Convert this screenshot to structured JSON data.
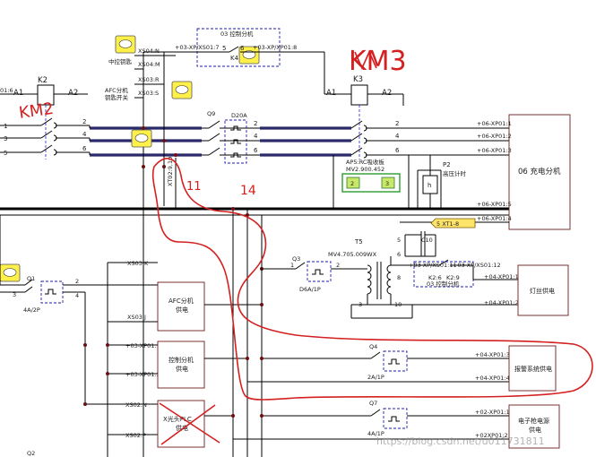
{
  "labels": {
    "xs04n": "XS04:N",
    "xs04m": "XS04:M",
    "xs03r": "XS03:R",
    "xs03s": "XS03:S",
    "mid_key": "中控钥匙",
    "afc_key_line1": "AFC分机",
    "afc_key_line2": "钥匙开关",
    "xp01_7": "+03-XP/XS01:7",
    "xp01_8": "+03-XP/XP01:8",
    "ctrl_ext_top": "03 控制分机",
    "k4": "K4",
    "n5": "5",
    "n6": "6",
    "k2": "K2",
    "k3": "K3",
    "a1_left": "A1",
    "a2_left": "A2",
    "a1_right": "A1",
    "a2_right": "A2",
    "left_edge": "01:6",
    "q9": "Q9",
    "d20a": "D20A",
    "xt02": "XT02:9,10",
    "n2a": "2",
    "n4a": "4",
    "n6a": "6",
    "n1a": "1",
    "n3a": "3",
    "n5a": "5",
    "n2b": "2",
    "n4b": "4",
    "n6b": "6",
    "n2c": "2",
    "n4c": "4",
    "n6c": "6",
    "xp01_1": "+06-XP01:1",
    "xp01_2": "+06-XP01:2",
    "xp01_3": "+06-XP01:3",
    "xp01_5": "+06-XP01:5",
    "xp01_4": "+06-XP01:4",
    "ap5_line1": "AP5:RC吸收板",
    "ap5_line2": "MV2.900.452",
    "ap5_p2": "2",
    "ap5_p3": "3",
    "p2": "P2",
    "p2_h": "h",
    "p2_desc": "高压计时",
    "xt1_8": "5 XT1-8",
    "dist06": "06 充电分机",
    "t5": "T5",
    "mv": "MV4.705.009WX",
    "c10": "C10",
    "q3": "Q3",
    "d6a": "D6A/1P",
    "xp01_11": "+03-XP/XS01:11",
    "xp01_12": "+03-XP/XS01:12",
    "k2_6": "K2:6",
    "k2_9": "K2:9",
    "ctrl_ext_mid": "03 控制分机",
    "xp04_1": "+04-XP01:1",
    "xp04_2": "+04-XP01:2",
    "lamp": "灯丝供电",
    "q1": "Q1",
    "q1_rating": "4A/2P",
    "xs03k": "XS03:K",
    "xs03j": "XS03:J",
    "afc_line1": "AFC分机",
    "afc_line2": "供电",
    "p03_1": "+03-XP01:1",
    "p03_2": "+03-XP01:2",
    "ctrl_line1": "控制分机",
    "ctrl_line2": "供电",
    "xs02n": "XS02:N",
    "xs02p": "XS02:P",
    "plc_line1": "X光头PLC",
    "plc_line2": "供电",
    "q4": "Q4",
    "q4_rating": "2A/1P",
    "xp04_3": "+04-XP01:3",
    "xp04_4": "+04-XP01:4",
    "alarm": "报警系统供电",
    "q7": "Q7",
    "q7_rating": "4A/1P",
    "xp02_1": "+02-XP01:1",
    "xp02_2": "+02XP01:2",
    "elec_line1": "电子枪电源",
    "elec_line2": "供电",
    "q2": "Q2",
    "n8": "8",
    "n10": "10",
    "n3t": "3",
    "n5t": "5",
    "n6t": "6",
    "n1q": "1",
    "n2q": "2",
    "watermark": "https://blog.csdn.net/u011731811",
    "hw_km3": "KM3",
    "hw_km2": "KM2",
    "hw_11": "11",
    "hw_14": "14"
  },
  "colors": {
    "annotation_red": "#d42020",
    "bubble_yellow": "#fff14a",
    "rc_board_green": "#2d9a2d",
    "tag_yellow": "#ffe46a"
  }
}
